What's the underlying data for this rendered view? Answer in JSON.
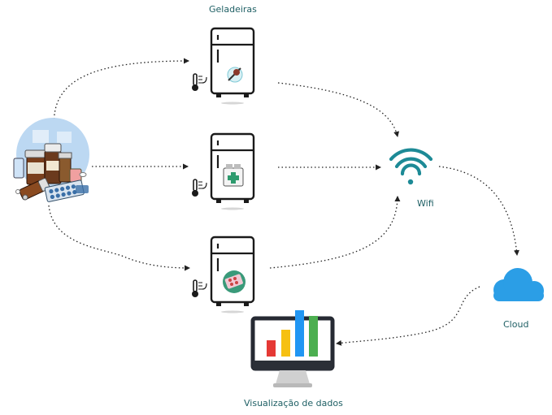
{
  "labels": {
    "fridges": "Geladeiras",
    "wifi": "Wifi",
    "cloud": "Cloud",
    "dashboard": "Visualização de dados"
  },
  "icons": {
    "source": "medicines-icon",
    "fridge_top": "fridge-icon",
    "fridge_middle": "fridge-icon",
    "fridge_bottom": "fridge-icon",
    "wifi": "wifi-icon",
    "cloud": "cloud-icon",
    "dashboard": "bar-chart-monitor-icon"
  },
  "colors": {
    "label_text": "#1e5f64",
    "wifi": "#1d8a96",
    "cloud": "#2b9ee6",
    "bar_red": "#e53935",
    "bar_yellow": "#f6c012",
    "bar_blue": "#2196f3",
    "bar_green": "#4caf50"
  }
}
